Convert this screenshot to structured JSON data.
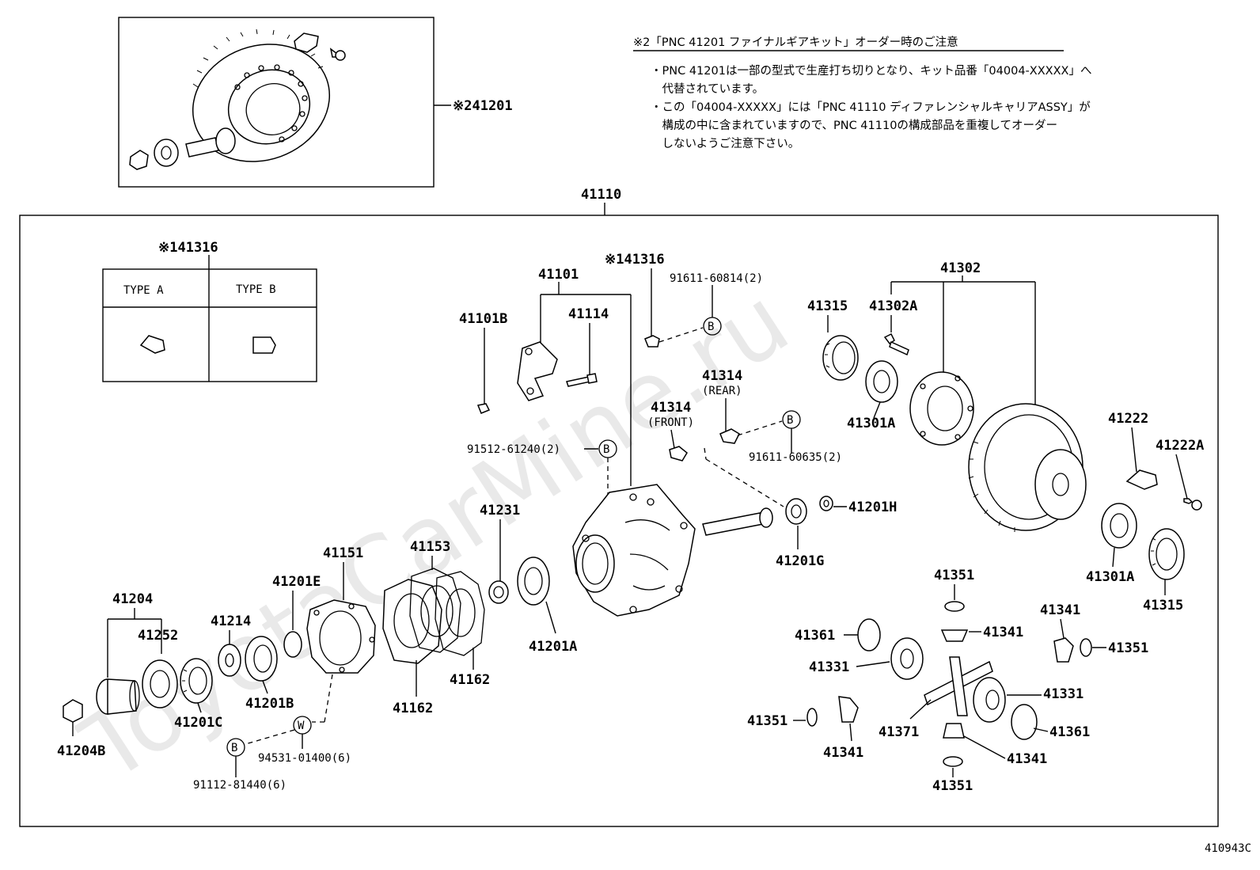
{
  "watermark": "ToyotaCarMine.ru",
  "diagram_id": "410943C",
  "note": {
    "title": "※2「PNC 41201 ファイナルギアキット」オーダー時のご注意",
    "lines": [
      "・PNC 41201は一部の型式で生産打ち切りとなり、キット品番「04004-XXXXX」へ",
      "　代替されています。",
      "・この「04004-XXXXX」には「PNC 41110 ディファレンシャルキャリアASSY」が",
      "　構成の中に含まれていますので、PNC 41110の構成部品を重複してオーダー",
      "　しないようご注意下さい。"
    ]
  },
  "kit": {
    "label": "※241201"
  },
  "assembly": {
    "label": "41110"
  },
  "type_table": {
    "label": "※141316",
    "headers": [
      "TYPE A",
      "TYPE B"
    ]
  },
  "callouts": {
    "c41316": "※141316",
    "c41101": "41101",
    "c41101B": "41101B",
    "c41114": "41114",
    "c91611_60814": "91611-60814(2)",
    "c41314_rear": "41314",
    "rear": "(REAR)",
    "c41314_front": "41314",
    "front": "(FRONT)",
    "c91611_60635": "91611-60635(2)",
    "c91512": "91512-61240(2)",
    "c41231": "41231",
    "c41201A": "41201A",
    "c41201G": "41201G",
    "c41201H": "41201H",
    "c41302": "41302",
    "c41315a": "41315",
    "c41302A": "41302A",
    "c41301Aa": "41301A",
    "c41222": "41222",
    "c41222A": "41222A",
    "c41301Ab": "41301A",
    "c41315b": "41315",
    "c41351a": "41351",
    "c41341a": "41341",
    "c41361a": "41361",
    "c41331a": "41331",
    "c41341b": "41341",
    "c41351b": "41351",
    "c41331b": "41331",
    "c41371": "41371",
    "c41361b": "41361",
    "c41351c": "41351",
    "c41341c": "41341",
    "c41341d": "41341",
    "c41351d": "41351",
    "c41204": "41204",
    "c41252": "41252",
    "c41214": "41214",
    "c41201E": "41201E",
    "c41151": "41151",
    "c41153": "41153",
    "c41162a": "41162",
    "c41162b": "41162",
    "c41201C": "41201C",
    "c41201B": "41201B",
    "c41204B": "41204B",
    "c94531": "94531-01400(6)",
    "c91112": "91112-81440(6)"
  },
  "markers": {
    "B": "B",
    "W": "W"
  }
}
